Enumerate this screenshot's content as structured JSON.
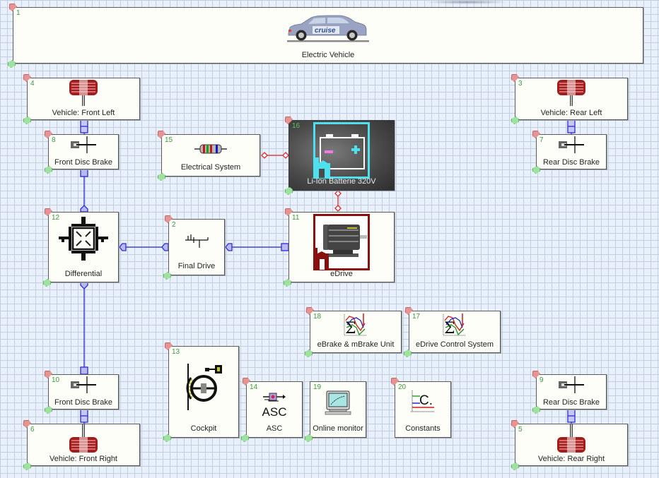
{
  "colors": {
    "canvas_bg": "#e8f1fb",
    "grid_line": "#c3cfde",
    "mechanical_connection": "#2a2ad8",
    "electrical_connection": "#e02a2a",
    "block_number": "#3c9a3c",
    "battery_accent": "#4fe0f0",
    "edrive_frame": "#8a1010"
  },
  "blocks": {
    "vehicle": {
      "number": "1",
      "label": "Electric Vehicle",
      "icon": "car-icon",
      "icon_text": "cruise"
    },
    "final_drive": {
      "number": "2",
      "label": "Final Drive",
      "icon": "final-drive-icon"
    },
    "wheel_rear_left": {
      "number": "3",
      "label": "Vehicle: Rear Left",
      "icon": "wheel-icon"
    },
    "wheel_front_left": {
      "number": "4",
      "label": "Vehicle: Front Left",
      "icon": "wheel-icon"
    },
    "wheel_rear_right": {
      "number": "5",
      "label": "Vehicle: Rear Right",
      "icon": "wheel-icon"
    },
    "wheel_front_right": {
      "number": "6",
      "label": "Vehicle: Front Right",
      "icon": "wheel-icon"
    },
    "brake_rear_left": {
      "number": "7",
      "label": "Rear Disc Brake",
      "icon": "disc-brake-icon"
    },
    "brake_front_left": {
      "number": "8",
      "label": "Front Disc Brake",
      "icon": "disc-brake-icon"
    },
    "brake_rear_right": {
      "number": "9",
      "label": "Rear Disc Brake",
      "icon": "disc-brake-icon"
    },
    "brake_front_right": {
      "number": "10",
      "label": "Front Disc Brake",
      "icon": "disc-brake-icon"
    },
    "edrive": {
      "number": "11",
      "label": "eDrive",
      "icon": "electric-motor-icon"
    },
    "differential": {
      "number": "12",
      "label": "Differential",
      "icon": "differential-icon"
    },
    "cockpit": {
      "number": "13",
      "label": "Cockpit",
      "icon": "steering-wheel-icon"
    },
    "asc": {
      "number": "14",
      "label": "ASC",
      "icon": "asc-icon",
      "icon_text": "ASC"
    },
    "electrical_system": {
      "number": "15",
      "label": "Electrical System",
      "icon": "resistor-icon"
    },
    "battery": {
      "number": "16",
      "label": "Li-Ion Batterie 320V",
      "icon": "battery-icon"
    },
    "edrive_control": {
      "number": "17",
      "label": "eDrive Control System",
      "icon": "function-sigma-icon"
    },
    "ebrake_unit": {
      "number": "18",
      "label": "eBrake & mBrake Unit",
      "icon": "function-sigma-icon"
    },
    "online_monitor": {
      "number": "19",
      "label": "Online monitor",
      "icon": "monitor-icon"
    },
    "constants": {
      "number": "20",
      "label": "Constants",
      "icon": "constants-icon",
      "icon_text": "C."
    }
  }
}
